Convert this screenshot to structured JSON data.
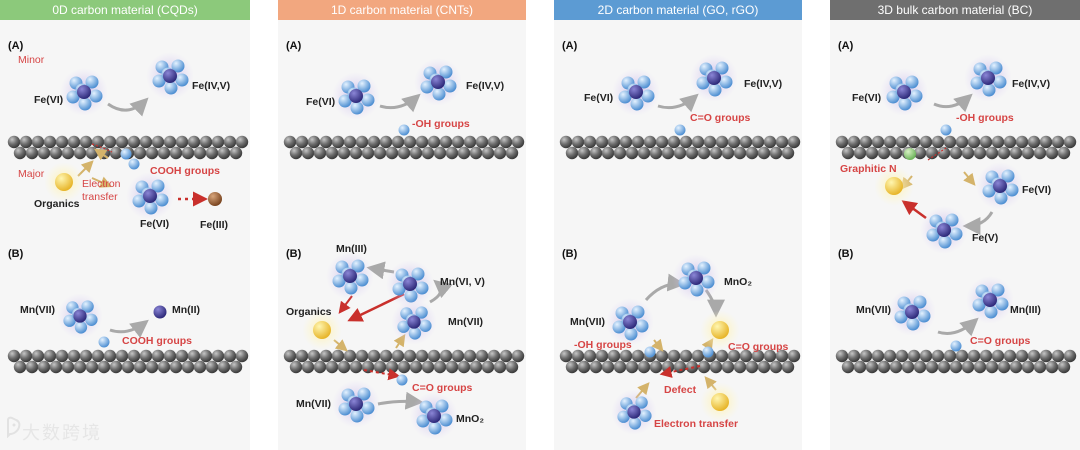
{
  "panels": [
    {
      "header": "0D carbon material (CQDs)",
      "color": "#8cc97b",
      "labels": {
        "a": "(A)",
        "minor": "Minor",
        "fe6": "Fe(VI)",
        "fe45": "Fe(IV,V)",
        "major": "Major",
        "electron_transfer": "Electron transfer",
        "cooh": "COOH groups",
        "organics": "Organics",
        "fe6_b": "Fe(VI)",
        "fe3": "Fe(III)",
        "b": "(B)",
        "mn7": "Mn(VII)",
        "mn2": "Mn(II)",
        "cooh_b": "COOH groups"
      }
    },
    {
      "header": "1D carbon material (CNTs)",
      "color": "#f2a77f",
      "labels": {
        "a": "(A)",
        "fe6": "Fe(VI)",
        "fe45": "Fe(IV,V)",
        "oh": "-OH groups",
        "b": "(B)",
        "mn3": "Mn(III)",
        "organics": "Organics",
        "mn65": "Mn(VI, V)",
        "mn7": "Mn(VII)",
        "co": "C=O groups",
        "mn7_b": "Mn(VII)",
        "mno2": "MnO₂"
      }
    },
    {
      "header": "2D carbon material (GO, rGO)",
      "color": "#5c9bd3",
      "labels": {
        "a": "(A)",
        "fe6": "Fe(VI)",
        "fe45": "Fe(IV,V)",
        "co": "C=O groups",
        "b": "(B)",
        "mno2": "MnO₂",
        "mn7": "Mn(VII)",
        "oh": "-OH groups",
        "co_b": "C=O groups",
        "defect": "Defect",
        "electron_transfer": "Electron transfer"
      }
    },
    {
      "header": "3D bulk carbon material (BC)",
      "color": "#6f6f6f",
      "labels": {
        "a": "(A)",
        "fe6": "Fe(VI)",
        "fe45": "Fe(IV,V)",
        "oh": "-OH groups",
        "graphitic_n": "Graphitic N",
        "fe6_b": "Fe(VI)",
        "fe5": "Fe(V)",
        "b": "(B)",
        "mn7": "Mn(VII)",
        "mn3": "Mn(III)",
        "co": "C=O groups"
      }
    }
  ],
  "watermark": "大数跨境"
}
